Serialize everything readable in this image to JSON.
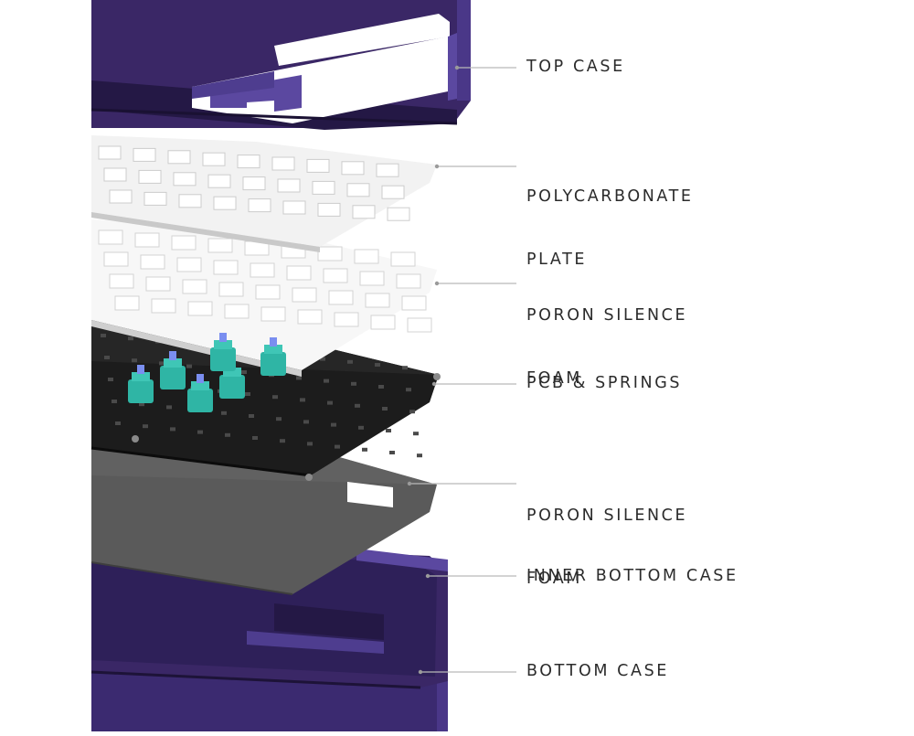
{
  "labels": {
    "top_case": "TOP CASE",
    "polycarbonate_plate": [
      "POLYCARBONATE",
      "PLATE"
    ],
    "poron_foam_upper": [
      "PORON SILENCE",
      "FOAM"
    ],
    "pcb_springs": "PCB & SPRINGS",
    "poron_foam_lower": [
      "PORON SILENCE",
      "FOAM"
    ],
    "inner_bottom_case": "INNER BOTTOM CASE",
    "bottom_case": "BOTTOM CASE"
  },
  "colors": {
    "case_purple": "#3a2766",
    "case_purple_dark": "#241845",
    "case_purple_light": "#5b48a0",
    "plate_white": "#f2f2f2",
    "foam_white": "#f7f7f7",
    "pcb_black": "#1c1c1c",
    "bottom_foam_grey": "#5a5a5a",
    "switch_teal": "#2fb5a5",
    "switch_stem_blue": "#7a8ef0",
    "leader_line": "#b9b9b9",
    "label_text": "#2b2b2b"
  }
}
